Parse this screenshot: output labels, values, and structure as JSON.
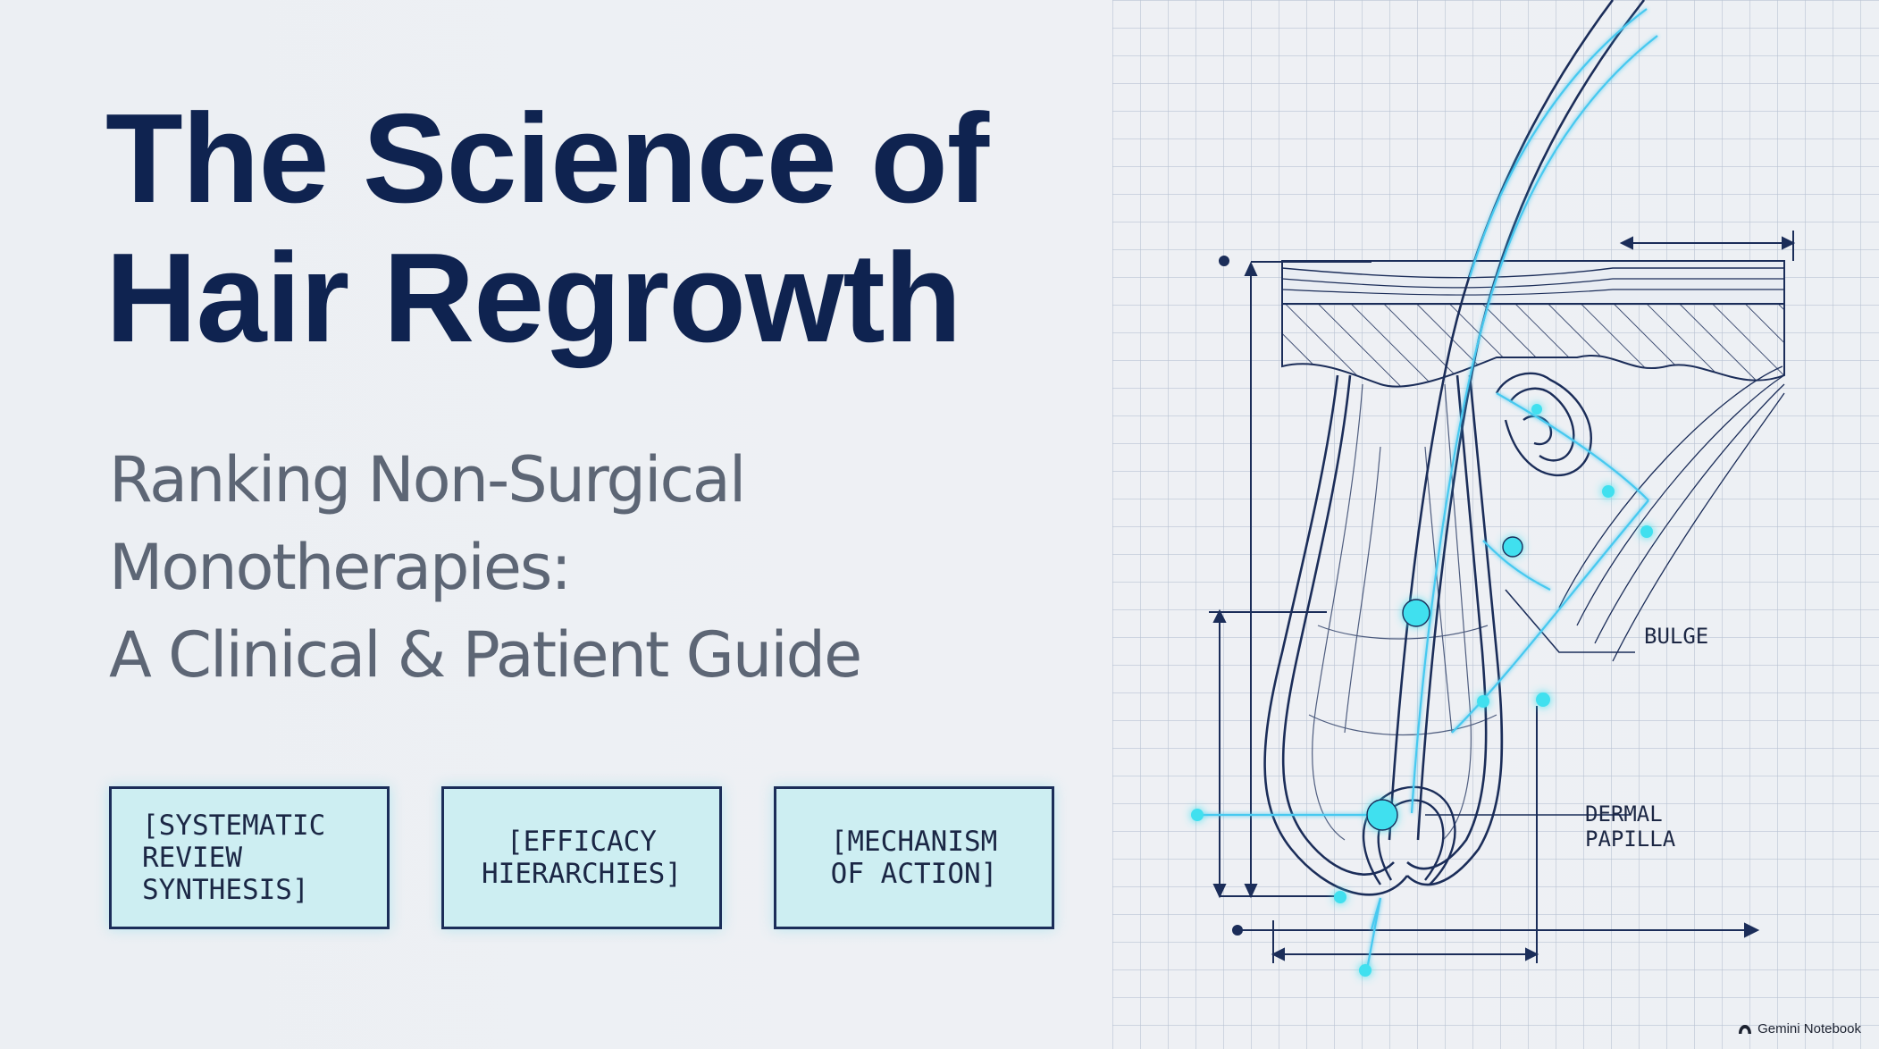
{
  "title": {
    "line1": "The Science of",
    "line2": "Hair Regrowth"
  },
  "subtitle": {
    "line1": "Ranking Non-Surgical",
    "line2": "Monotherapies:",
    "line3": "A Clinical & Patient Guide"
  },
  "tags": [
    "[SYSTEMATIC\nREVIEW\nSYNTHESIS]",
    "[EFFICACY\nHIERARCHIES]",
    "[MECHANISM\nOF ACTION]"
  ],
  "diagram": {
    "labels": {
      "bulge": "BULGE",
      "papilla": "DERMAL\nPAPILLA"
    },
    "colors": {
      "ink": "#1b2d59",
      "grid": "#b9c3d3",
      "glow": "#3fe0ef",
      "glow_line": "#47c9f0"
    }
  },
  "brand": {
    "name": "Gemini Notebook",
    "icon": "gemini-notebook-icon"
  },
  "colors": {
    "background": "#eef0f4",
    "title": "#0f2350",
    "subtitle": "#5d6675",
    "tag_fill": "#cdeef2",
    "tag_border": "#1b2d59"
  }
}
